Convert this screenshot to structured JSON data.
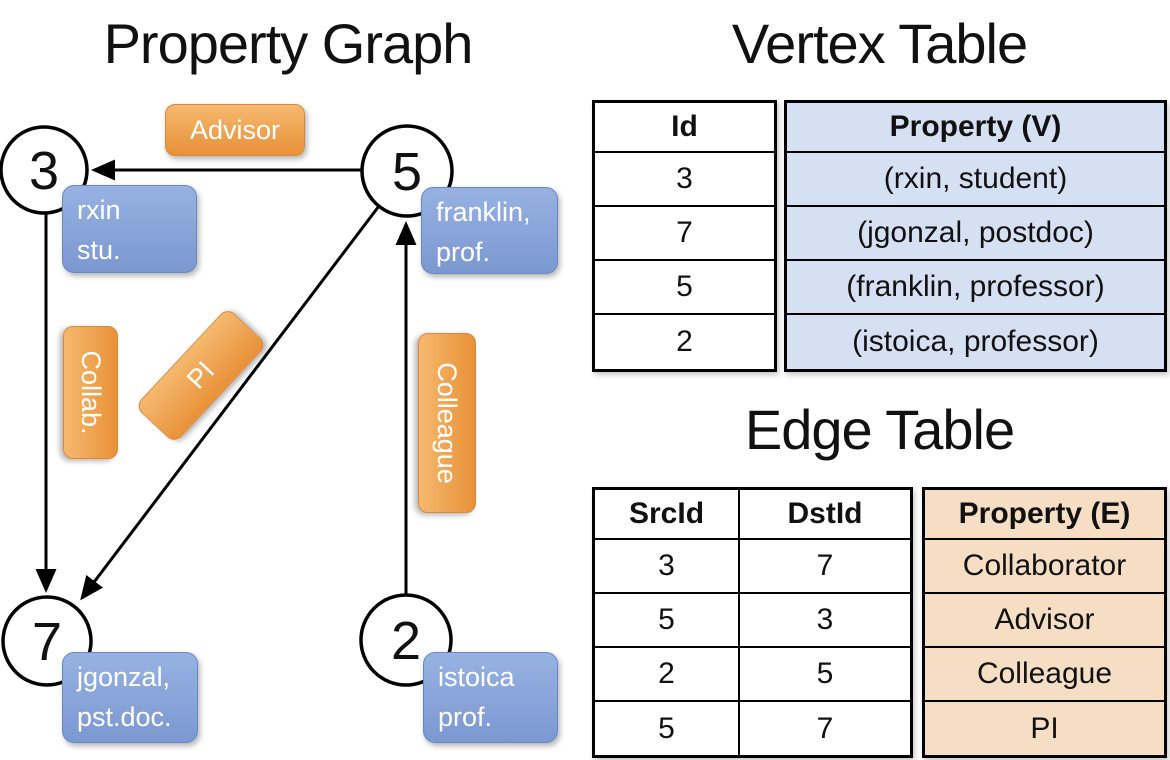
{
  "graph": {
    "title": "Property Graph",
    "nodes": [
      {
        "id": "3",
        "property_line1": "rxin",
        "property_line2": "stu."
      },
      {
        "id": "5",
        "property_line1": "franklin,",
        "property_line2": "prof."
      },
      {
        "id": "7",
        "property_line1": "jgonzal,",
        "property_line2": "pst.doc."
      },
      {
        "id": "2",
        "property_line1": "istoica",
        "property_line2": "prof."
      }
    ],
    "edges": [
      {
        "src": "5",
        "dst": "3",
        "label": "Advisor"
      },
      {
        "src": "3",
        "dst": "7",
        "label": "Collab."
      },
      {
        "src": "5",
        "dst": "7",
        "label": "PI"
      },
      {
        "src": "2",
        "dst": "5",
        "label": "Colleague"
      }
    ]
  },
  "vertex_table": {
    "title": "Vertex Table",
    "columns": {
      "id": "Id",
      "property": "Property (V)"
    },
    "rows": [
      {
        "id": "3",
        "property": "(rxin, student)"
      },
      {
        "id": "7",
        "property": "(jgonzal, postdoc)"
      },
      {
        "id": "5",
        "property": "(franklin, professor)"
      },
      {
        "id": "2",
        "property": "(istoica, professor)"
      }
    ]
  },
  "edge_table": {
    "title": "Edge Table",
    "columns": {
      "src": "SrcId",
      "dst": "DstId",
      "property": "Property (E)"
    },
    "rows": [
      {
        "src": "3",
        "dst": "7",
        "property": "Collaborator"
      },
      {
        "src": "5",
        "dst": "3",
        "property": "Advisor"
      },
      {
        "src": "2",
        "dst": "5",
        "property": "Colleague"
      },
      {
        "src": "5",
        "dst": "7",
        "property": "PI"
      }
    ]
  },
  "colors": {
    "vertex_property_fill": "#D5E0F2",
    "edge_property_fill": "#F5DEC3",
    "node_box_blue": "#84A1D4",
    "edge_label_orange": "#EDA14E",
    "line_black": "#000000"
  }
}
